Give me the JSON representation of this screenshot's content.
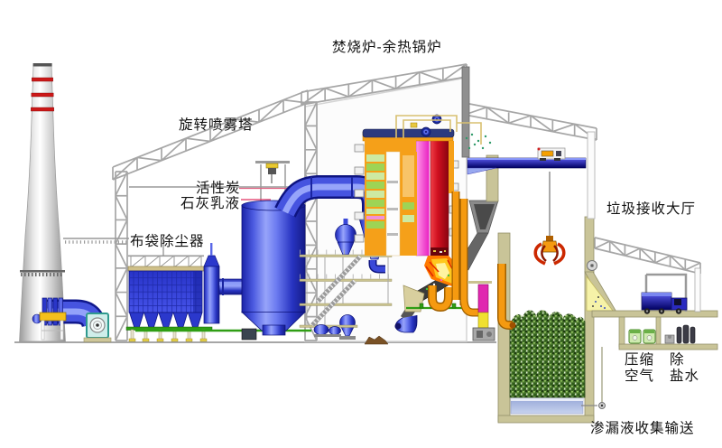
{
  "diagram": {
    "labels": {
      "incinerator_boiler": "焚烧炉-余热锅炉",
      "rotary_spray_tower": "旋转喷雾塔",
      "activated_carbon": "活性炭",
      "lime_emulsion": "石灰乳液",
      "bag_dust_collector": "布袋除尘器",
      "waste_receiving_hall": "垃圾接收大厅",
      "compressed_air_line1": "压缩",
      "compressed_air_line2": "空气",
      "demineralized_water_line1": "除",
      "demineralized_water_line2": "盐水",
      "leachate_collection": "渗漏液收集输送"
    },
    "colors": {
      "equipment_blue": "#4654e0",
      "boiler_orange": "#f5a019",
      "furnace_red": "#d01020",
      "flue_pink": "#ee3cc8",
      "heat_exchanger_green": "#9ed455",
      "wall_khaki": "#c9c498",
      "steel_gray": "#a6a6a6",
      "crane_blue": "#1515c8",
      "waste_green": "#47772c",
      "flame_yellow": "#ffc81e",
      "label_black": "#111111"
    }
  }
}
